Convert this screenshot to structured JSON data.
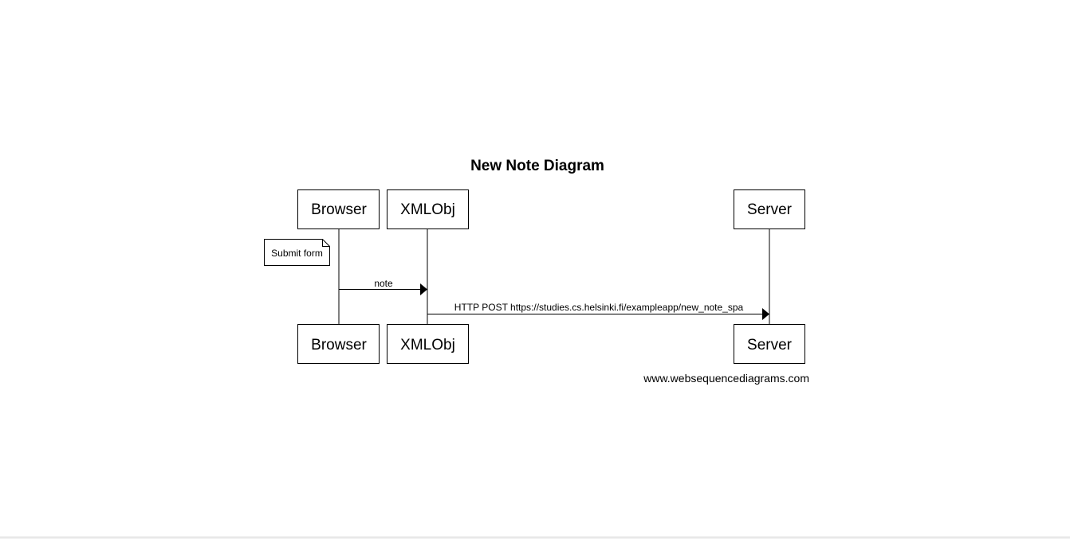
{
  "diagram": {
    "title": "New Note Diagram",
    "participants": [
      "Browser",
      "XMLObj",
      "Server"
    ],
    "note": {
      "over": "Browser",
      "text": "Submit form"
    },
    "messages": [
      {
        "from": "Browser",
        "to": "XMLObj",
        "label": "note"
      },
      {
        "from": "XMLObj",
        "to": "Server",
        "label": "HTTP POST https://studies.cs.helsinki.fi/exampleapp/new_note_spa"
      }
    ],
    "watermark": "www.websequencediagrams.com"
  }
}
